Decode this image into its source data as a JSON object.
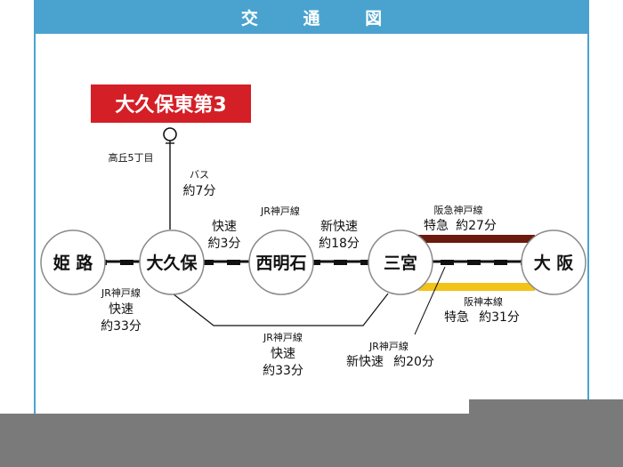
{
  "header": {
    "title": "交 通 図"
  },
  "property": {
    "name": "大久保東第3"
  },
  "bus_stop": {
    "label": "高丘5丁目"
  },
  "stations": {
    "himeji": "姫 路",
    "okubo": "大久保",
    "nishiakashi": "西明石",
    "sannomiya": "三宮",
    "osaka": "大 阪"
  },
  "routes": {
    "bus": {
      "line": "バス",
      "time": "約7分"
    },
    "okubo_nishiakashi": {
      "service": "快速",
      "time": "約3分"
    },
    "nishiakashi_sannomiya": {
      "line": "JR神戸線",
      "service": "新快速",
      "time": "約18分"
    },
    "himeji_okubo": {
      "line": "JR神戸線",
      "service": "快速",
      "time": "約33分"
    },
    "okubo_sannomiya_bypass": {
      "line": "JR神戸線",
      "service": "快速",
      "time": "約33分"
    },
    "hankyu": {
      "line": "阪急神戸線",
      "service": "特急",
      "time": "約27分"
    },
    "hanshin": {
      "line": "阪神本線",
      "service": "特急",
      "time": "約31分"
    },
    "jr_sannomiya_osaka": {
      "line": "JR神戸線",
      "service": "新快速",
      "time": "約20分"
    }
  },
  "colors": {
    "header_bg": "#4aa3cf",
    "property_bg": "#d41f26",
    "hankyu_line": "#6b1a0e",
    "hanshin_line": "#f2c318",
    "footer_bg": "#7a7a7a"
  }
}
